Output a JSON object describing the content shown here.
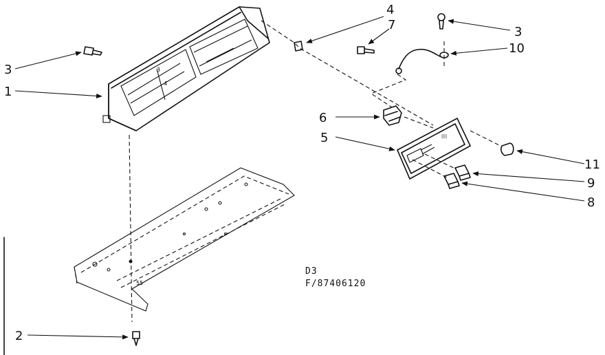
{
  "callouts": {
    "c1": "1",
    "c2": "2",
    "c3a": "3",
    "c3b": "3",
    "c4": "4",
    "c5": "5",
    "c6": "6",
    "c7": "7",
    "c8": "8",
    "c9": "9",
    "c10": "10",
    "c11": "11"
  },
  "figure_code": {
    "line1": "D3",
    "line2": "F/87406120"
  },
  "colors": {
    "ink": "#111111",
    "paper": "#ffffff"
  }
}
